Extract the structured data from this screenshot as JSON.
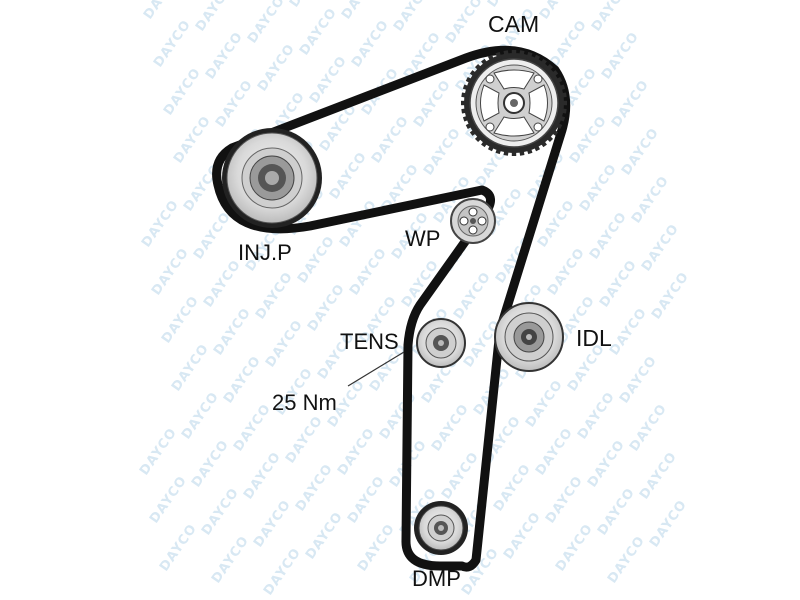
{
  "labels": {
    "cam": "CAM",
    "injp": "INJ.P",
    "wp": "WP",
    "tens": "TENS",
    "torque": "25 Nm",
    "idl": "IDL",
    "dmp": "DMP"
  },
  "watermark": "DAYCO",
  "colors": {
    "belt": "#111111",
    "pulley_fill": "#e6e6e6",
    "pulley_stroke": "#333333",
    "watermark": "#d8e8f3"
  }
}
